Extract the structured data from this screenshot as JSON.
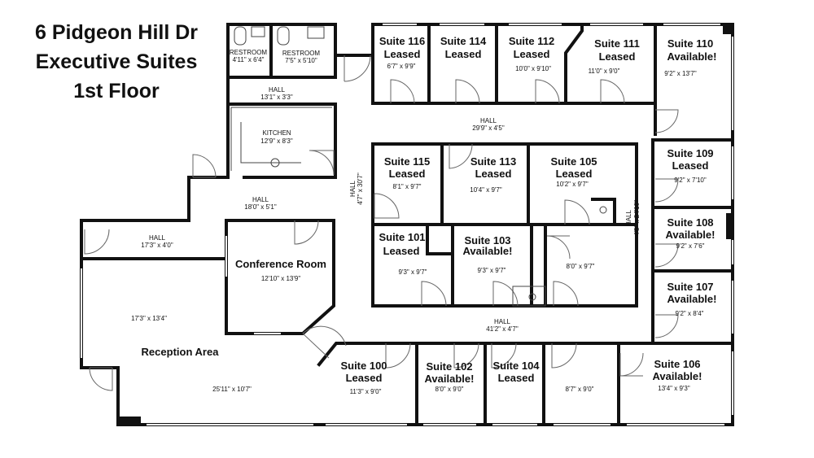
{
  "title": {
    "line1": "6 Pidgeon Hill Dr",
    "line2": "Executive Suites",
    "line3": "1st Floor"
  },
  "rooms": {
    "restroom_1": {
      "name": "RESTROOM",
      "dims": "4'11\" x 6'4\""
    },
    "restroom_2": {
      "name": "RESTROOM",
      "dims": "7'5\" x 5'10\""
    },
    "hall_top": {
      "name": "HALL",
      "dims": "13'1\" x 3'3\""
    },
    "kitchen": {
      "name": "KITCHEN",
      "dims": "12'9\" x 8'3\""
    },
    "hall_main": {
      "name": "HALL",
      "dims": "18'0\" x 5'1\""
    },
    "hall_left": {
      "name": "HALL",
      "dims": "17'3\" x 4'0\""
    },
    "hall_north": {
      "name": "HALL",
      "dims": "29'9\" x 4'5\""
    },
    "hall_vert_left": {
      "name": "HALL",
      "dims": "4'7\" x 30'7\""
    },
    "hall_vert_right": {
      "name": "HALL",
      "dims": "4'5\" x 24'10\""
    },
    "hall_south": {
      "name": "HALL",
      "dims": "41'2\" x 4'7\""
    },
    "conference": {
      "name": "Conference Room",
      "dims": "12'10\" x 13'9\""
    },
    "reception": {
      "name": "Reception Area",
      "dims_a": "17'3\" x 13'4\"",
      "dims_b": "25'11\" x 10'7\""
    },
    "closet": {
      "dims": "8'0\" x 9'7\""
    },
    "suite_116": {
      "name": "Suite 116",
      "status": "Leased",
      "dims": "6'7\" x 9'9\""
    },
    "suite_114": {
      "name": "Suite 114",
      "status": "Leased",
      "dims": ""
    },
    "suite_112": {
      "name": "Suite 112",
      "status": "Leased",
      "dims": "10'0\" x 9'10\""
    },
    "suite_111": {
      "name": "Suite 111",
      "status": "Leased",
      "dims": "11'0\" x 9'0\""
    },
    "suite_110": {
      "name": "Suite 110",
      "status": "Available!",
      "dims": "9'2\" x 13'7\""
    },
    "suite_115": {
      "name": "Suite 115",
      "status": "Leased",
      "dims": "8'1\" x 9'7\""
    },
    "suite_113": {
      "name": "Suite 113",
      "status": "Leased",
      "dims": "10'4\" x 9'7\""
    },
    "suite_105": {
      "name": "Suite 105",
      "status": "Leased",
      "dims": "10'2\" x 9'7\""
    },
    "suite_109": {
      "name": "Suite 109",
      "status": "Leased",
      "dims": "9'2\" x 7'10\""
    },
    "suite_108": {
      "name": "Suite 108",
      "status": "Available!",
      "dims": "9'2\" x 7'6\""
    },
    "suite_101": {
      "name": "Suite 101",
      "status": "Leased",
      "dims": "9'3\" x 9'7\""
    },
    "suite_103": {
      "name": "Suite 103",
      "status": "Available!",
      "dims": "9'3\" x 9'7\""
    },
    "suite_107": {
      "name": "Suite 107",
      "status": "Available!",
      "dims": "9'2\" x 8'4\""
    },
    "suite_100": {
      "name": "Suite 100",
      "status": "Leased",
      "dims": "11'3\" x 9'0\""
    },
    "suite_102": {
      "name": "Suite 102",
      "status": "Available!",
      "dims": "8'0\" x 9'0\""
    },
    "suite_104": {
      "name": "Suite 104",
      "status": "Leased",
      "dims": ""
    },
    "suite_unnamed": {
      "dims": "8'7\" x 9'0\""
    },
    "suite_106": {
      "name": "Suite 106",
      "status": "Available!",
      "dims": "13'4\" x 9'3\""
    }
  }
}
